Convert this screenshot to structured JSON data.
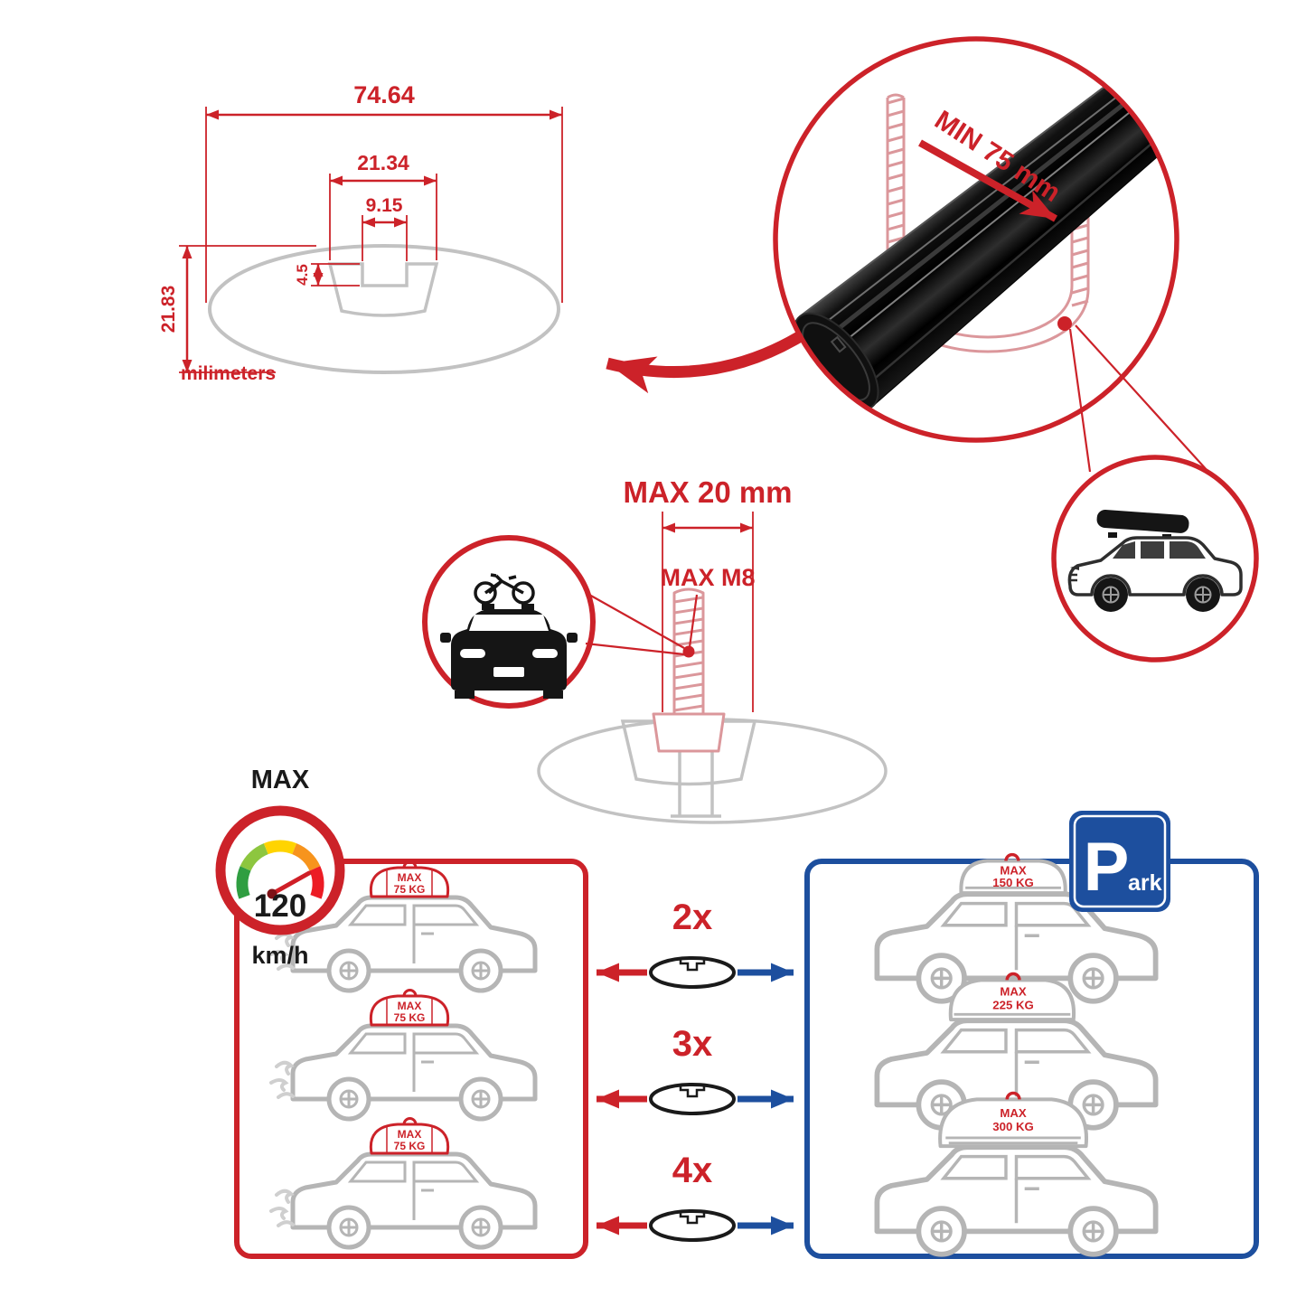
{
  "colors": {
    "accent_red": "#cc2229",
    "accent_blue": "#1d4f9e",
    "drawing_gray": "#c2c2c2",
    "car_gray": "#b5b5b5",
    "bolt_pink": "#db979b",
    "bar_black": "#0d0d0d",
    "gauge_green": "#2f9e41",
    "gauge_lime": "#8dc63f",
    "gauge_yellow": "#ffd400",
    "gauge_orange": "#f7941d",
    "gauge_red": "#ec1c24"
  },
  "cross_section": {
    "total_width": "74.64",
    "channel_width": "21.34",
    "slot_width": "9.15",
    "slot_depth": "4.5",
    "total_height": "21.83",
    "units_label": "milimeters"
  },
  "clamp_detail": {
    "min_span_label": "MIN 75 mm"
  },
  "bolt_detail": {
    "max_length_label": "MAX 20 mm",
    "max_thread_label": "MAX M8"
  },
  "speed_limit": {
    "label": "MAX",
    "value": "120",
    "unit": "km/h"
  },
  "compatibility": {
    "multipliers": [
      "2x",
      "3x",
      "4x"
    ],
    "left_panel": {
      "cars": [
        {
          "load_line1": "MAX",
          "load_line2": "75 KG"
        },
        {
          "load_line1": "MAX",
          "load_line2": "75 KG"
        },
        {
          "load_line1": "MAX",
          "load_line2": "75 KG"
        }
      ]
    },
    "right_panel": {
      "cars": [
        {
          "load_line1": "MAX",
          "load_line2": "150 KG"
        },
        {
          "load_line1": "MAX",
          "load_line2": "225 KG"
        },
        {
          "load_line1": "MAX",
          "load_line2": "300 KG"
        }
      ]
    },
    "parking_sign": {
      "letter": "P",
      "suffix": "ark"
    }
  },
  "icons": [
    "speedometer-icon",
    "parking-sign-icon",
    "bike-on-car-icon",
    "suv-with-roofbox-icon",
    "crossbar-endcap-icon",
    "u-bolt-icon",
    "hex-bolt-icon",
    "crossbar-3d-icon"
  ]
}
